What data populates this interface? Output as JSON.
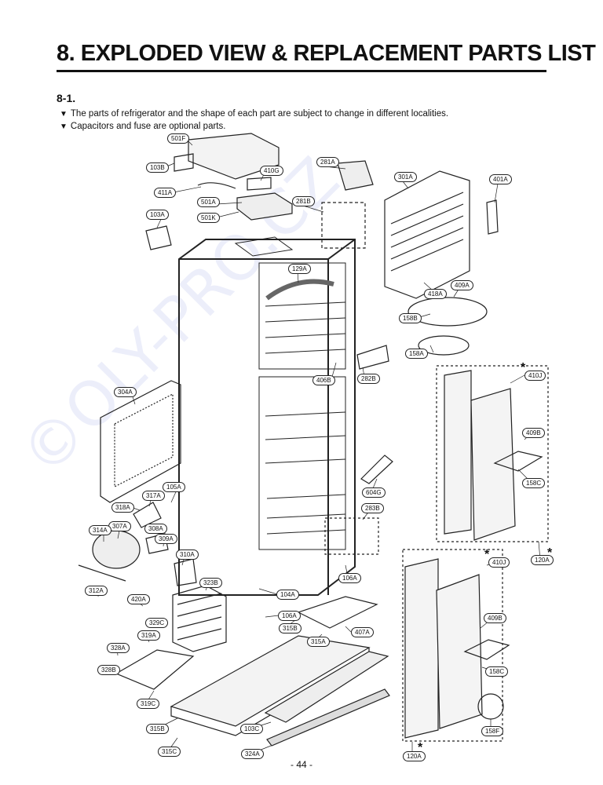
{
  "header": {
    "title": "8. EXPLODED VIEW & REPLACEMENT PARTS LIST",
    "section": "8-1."
  },
  "notes": [
    "The parts of refrigerator and the shape of each part are subject to change in different localities.",
    "Capacitors and fuse are optional parts."
  ],
  "note_bullet": "▼",
  "diagram": {
    "labels": [
      "501F",
      "103B",
      "410G",
      "281A",
      "301A",
      "401A",
      "411A",
      "501A",
      "281B",
      "501K",
      "103A",
      "129A",
      "418A",
      "409A",
      "158B",
      "158A",
      "410J",
      "406B",
      "282B",
      "409B",
      "304A",
      "158C",
      "604G",
      "105A",
      "283B",
      "317A",
      "318A",
      "307A",
      "314A",
      "308A",
      "309A",
      "310A",
      "106A",
      "312A",
      "323B",
      "104A",
      "420A",
      "106A",
      "329C",
      "315B",
      "407A",
      "319A",
      "315A",
      "328A",
      "328B",
      "319C",
      "103C",
      "315B",
      "315C",
      "324A",
      "120A",
      "410J",
      "409B",
      "158C",
      "158F",
      "120A"
    ],
    "star": "*"
  },
  "footer": {
    "page": "- 44 -"
  },
  "watermark": "©OLY-PRO.CZ",
  "colors": {
    "line": "#222222",
    "watermark": "#6e78dc"
  }
}
